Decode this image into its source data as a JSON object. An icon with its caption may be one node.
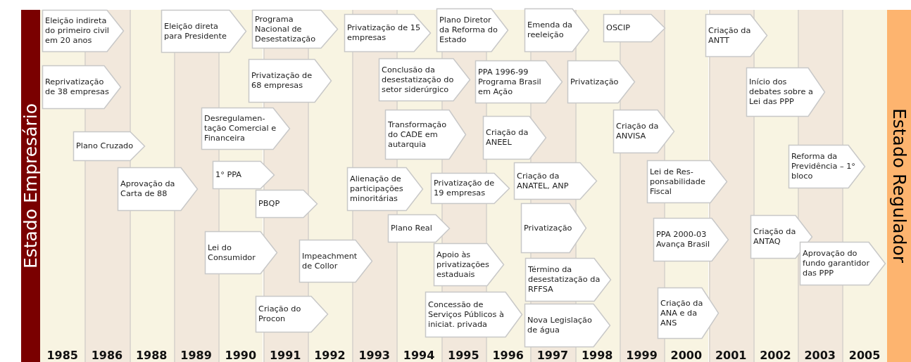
{
  "diagram": {
    "nodes": [
      {
        "text": [
          "Estado Empresário"
        ]
      },
      {
        "text": [
          "Eleição indireta do primeiro civil em 20 anos"
        ]
      },
      {
        "text": [
          "Reprivatização de 38 empresas"
        ]
      },
      {
        "text": [
          "Plano Cruzado"
        ]
      },
      {
        "text": [
          "Aprovação da Carta de 88"
        ]
      },
      {
        "text": [
          "Eleição direta para Presidente"
        ]
      },
      {
        "text": [
          "Desregulamen-tação Comercial e Financeira"
        ]
      },
      {
        "text": [
          "1° PPA"
        ]
      },
      {
        "text": [
          "Lei do Consumidor"
        ]
      },
      {
        "text": [
          "Programa Nacional de Desestatização"
        ]
      },
      {
        "text": [
          "Privatização de 68 empresas"
        ]
      },
      {
        "text": [
          "PBQP"
        ]
      },
      {
        "text": [
          "Criação do Procon"
        ]
      },
      {
        "text": [
          "Impeachment de Collor"
        ]
      },
      {
        "text": [
          "Privatização de 15 empresas"
        ]
      },
      {
        "text": [
          "Alienação de participações minoritárias"
        ]
      },
      {
        "text": [
          "Conclusão da desestatização do setor siderúrgico"
        ]
      },
      {
        "text": [
          "Transformação do CADE em autarquia"
        ]
      },
      {
        "text": [
          "Plano Real"
        ]
      },
      {
        "text": [
          "Plano Diretor da Reforma do Estado"
        ]
      },
      {
        "text": [
          "Privatização de 19 empresas"
        ]
      },
      {
        "text": [
          "Apoio às privatizações estaduais"
        ]
      },
      {
        "text": [
          "Concessão de Serviços Públicos à iniciat. privada"
        ]
      },
      {
        "text": [
          "PPA 1996-99 Programa Brasil em Ação"
        ]
      },
      {
        "text": [
          "Criação da ANEEL"
        ]
      },
      {
        "text": [
          "Criação da ANATEL, ANP"
        ]
      },
      {
        "text": [
          "Privatização"
        ]
      },
      {
        "text": [
          "Término da desestatização da RFFSA"
        ]
      },
      {
        "text": [
          "Nova Legislação de água"
        ]
      },
      {
        "text": [
          "Emenda da reeleição"
        ]
      },
      {
        "text": [
          "Privatização"
        ]
      },
      {
        "text": [
          "OSCIP"
        ]
      },
      {
        "text": [
          "Criação da ANVISA"
        ]
      },
      {
        "text": [
          "Lei de Res-ponsabilidade Fiscal"
        ]
      },
      {
        "text": [
          "PPA 2000-03 Avança Brasil"
        ]
      },
      {
        "text": [
          "Criação da ANA e da ANS"
        ]
      },
      {
        "text": [
          "Criação da ANTT"
        ]
      },
      {
        "text": [
          "Início dos debates sobre a Lei das PPP"
        ]
      },
      {
        "text": [
          "Criação da ANTAQ"
        ]
      },
      {
        "text": [
          "Reforma da Previdência – 1° bloco"
        ]
      },
      {
        "text": [
          "Aprovação do fundo garantidor das PPP"
        ]
      },
      {
        "text": [
          "Estado Regulador"
        ]
      }
    ],
    "edges": [],
    "labels": [
      "1985",
      "1986",
      "1988",
      "1989",
      "1990",
      "1991",
      "1992",
      "1993",
      "1994",
      "1995",
      "1996",
      "1997",
      "1998",
      "1999",
      "2000",
      "2001",
      "2002",
      "2003",
      "2005"
    ]
  }
}
